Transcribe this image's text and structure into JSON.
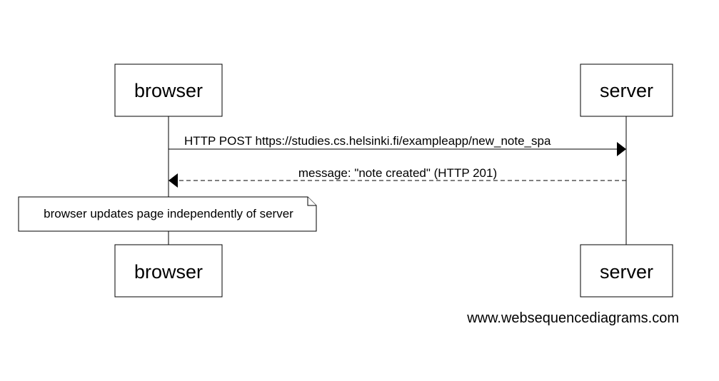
{
  "participants": {
    "browser": {
      "label": "browser"
    },
    "server": {
      "label": "server"
    }
  },
  "messages": [
    {
      "from": "browser",
      "to": "server",
      "text": "HTTP POST https://studies.cs.helsinki.fi/exampleapp/new_note_spa",
      "style": "solid"
    },
    {
      "from": "server",
      "to": "browser",
      "text": "message: \"note created\" (HTTP 201)",
      "style": "dashed"
    }
  ],
  "note": {
    "over": "browser",
    "text": "browser updates page independently of server"
  },
  "watermark": {
    "text": "www.websequencediagrams.com"
  },
  "colors": {
    "line": "#000000",
    "background": "#ffffff"
  }
}
